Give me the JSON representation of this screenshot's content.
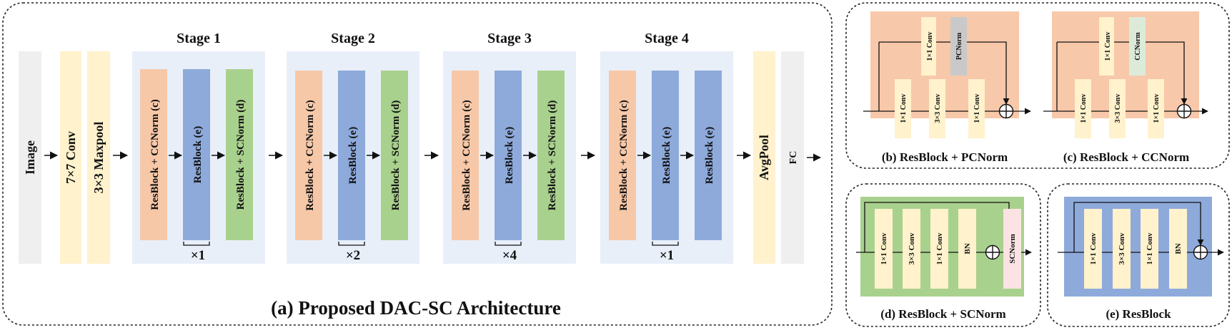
{
  "architecture": {
    "caption": "(a) Proposed DAC-SC Architecture",
    "image_label": "Image",
    "conv_label": "7×7 Conv",
    "maxpool_label": "3×3 Maxpool",
    "avgpool_label": "AvgPool",
    "fc_label": "FC",
    "stages": [
      {
        "title": "Stage 1",
        "blocks": [
          "ResBlock + CCNorm (c)",
          "ResBlock (e)",
          "ResBlock + SCNorm (d)"
        ],
        "repeat": "×1"
      },
      {
        "title": "Stage 2",
        "blocks": [
          "ResBlock + CCNorm (c)",
          "ResBlock (e)",
          "ResBlock + SCNorm (d)"
        ],
        "repeat": "×2"
      },
      {
        "title": "Stage 3",
        "blocks": [
          "ResBlock + CCNorm (c)",
          "ResBlock (e)",
          "ResBlock + SCNorm (d)"
        ],
        "repeat": "×4"
      },
      {
        "title": "Stage 4",
        "blocks": [
          "ResBlock + CCNorm (c)",
          "ResBlock (e)",
          "ResBlock (e)"
        ],
        "repeat": "×1"
      }
    ]
  },
  "panel_b": {
    "caption": "(b) ResBlock + PCNorm",
    "skip_conv": "1×1 Conv",
    "norm": "PCNorm",
    "convs": [
      "1×1 Conv",
      "3×3 Conv",
      "1×1 Conv"
    ]
  },
  "panel_c": {
    "caption": "(c) ResBlock + CCNorm",
    "skip_conv": "1×1 Conv",
    "norm": "CCNorm",
    "convs": [
      "1×1 Conv",
      "3×3 Conv",
      "1×1 Conv"
    ]
  },
  "panel_d": {
    "caption": "(d) ResBlock + SCNorm",
    "convs": [
      "1×1 Conv",
      "3×3 Conv",
      "1×1 Conv",
      "BN"
    ],
    "norm": "SCNorm"
  },
  "panel_e": {
    "caption": "(e) ResBlock",
    "convs": [
      "1×1 Conv",
      "3×3 Conv",
      "1×1 Conv",
      "BN"
    ]
  },
  "colors": {
    "ccnorm_block": "#f7c8a8",
    "resblock": "#8eaadb",
    "scnorm_block": "#a9d18e",
    "stage_bg": "#e8eff9",
    "conv": "#fff2cc",
    "image_fc": "#efefef",
    "pcnorm": "#c9c9c9",
    "ccnorm": "#dcebd9",
    "scnorm": "#fbe3e3"
  }
}
